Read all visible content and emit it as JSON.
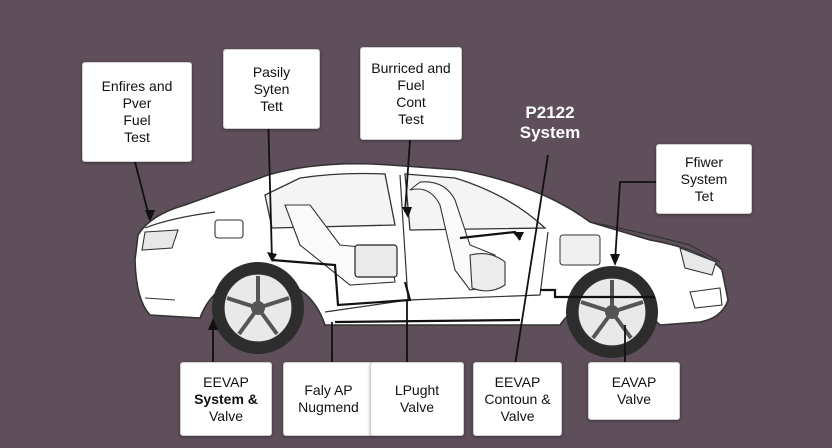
{
  "diagram": {
    "background": "#5e4f5a",
    "callouts_top": [
      {
        "id": "c1",
        "lines": [
          "Enfires and",
          "Pver",
          "Fuel",
          "Test"
        ]
      },
      {
        "id": "c2",
        "lines": [
          "Pasily",
          "Syten",
          "Tett"
        ]
      },
      {
        "id": "c3",
        "lines": [
          "Burriced and",
          "Fuel",
          "Cont",
          "Test"
        ]
      },
      {
        "id": "c4",
        "lines": [
          "Ffiwer",
          "System",
          "Tet"
        ]
      }
    ],
    "floating_label": {
      "lines": [
        "P2122",
        "System"
      ]
    },
    "callouts_bottom": [
      {
        "id": "b1",
        "lines": [
          "EEVAP",
          "System &",
          "Valve"
        ],
        "bold_line": 1
      },
      {
        "id": "b2",
        "lines": [
          "Faly AP",
          "Nugmend"
        ]
      },
      {
        "id": "b3",
        "lines": [
          "LPught",
          "Valve"
        ]
      },
      {
        "id": "b4",
        "lines": [
          "EEVAP",
          "Contoun &",
          "Valve"
        ]
      },
      {
        "id": "b5",
        "lines": [
          "EAVAP",
          "Valve"
        ]
      }
    ]
  }
}
